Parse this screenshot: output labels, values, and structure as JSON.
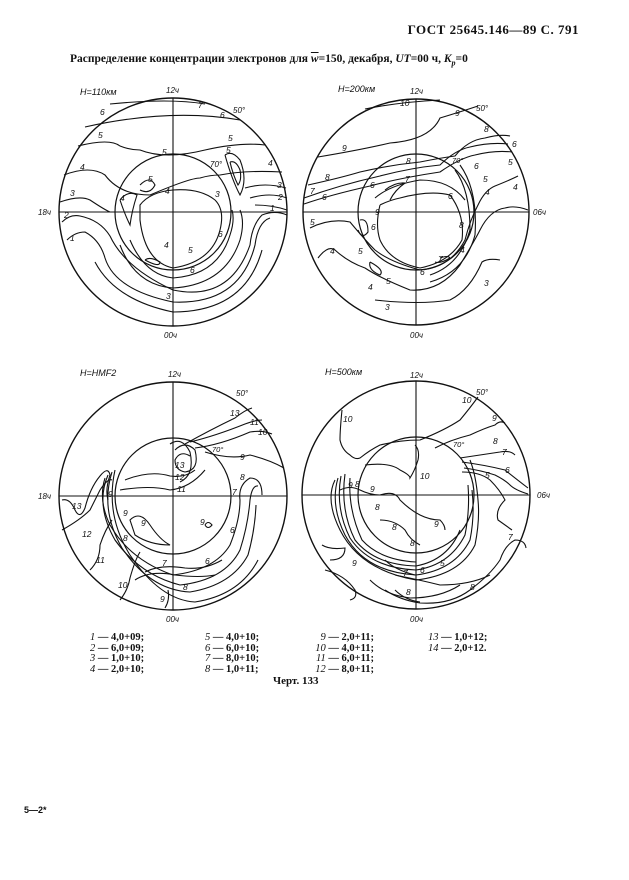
{
  "header": {
    "standard": "ГОСТ  25645.146—89  С. 791"
  },
  "title": {
    "prefix": "Распределение концентрации электронов  для ",
    "symbol": "w",
    "params": "=150, декабря, ",
    "ut_label": "UT",
    "ut_value": "=00 ч, ",
    "kp_label": "K",
    "kp_sub": "p",
    "kp_value": "=0"
  },
  "chart_data": [
    {
      "type": "contour",
      "title": "H=110км",
      "projection": "polar (geomagnetic latitude / local time)",
      "axis_labels": {
        "top": "12ч",
        "bottom": "00ч",
        "left": "18ч",
        "right": ""
      },
      "latitude_circles": [
        "50°",
        "70°"
      ],
      "contour_levels_shown": [
        1,
        2,
        3,
        4,
        5,
        6,
        7
      ]
    },
    {
      "type": "contour",
      "title": "H=200км",
      "projection": "polar (geomagnetic latitude / local time)",
      "axis_labels": {
        "top": "12ч",
        "bottom": "00ч",
        "left": "",
        "right": "06ч"
      },
      "latitude_circles": [
        "50°",
        "70°"
      ],
      "contour_levels_shown": [
        3,
        4,
        5,
        6,
        7,
        8,
        9,
        10
      ]
    },
    {
      "type": "contour",
      "title": "H=HMF2",
      "projection": "polar (geomagnetic latitude / local time)",
      "axis_labels": {
        "top": "12ч",
        "bottom": "00ч",
        "left": "18ч",
        "right": ""
      },
      "latitude_circles": [
        "50°",
        "70°"
      ],
      "contour_levels_shown": [
        6,
        7,
        8,
        9,
        10,
        11,
        12,
        13
      ]
    },
    {
      "type": "contour",
      "title": "H=500км",
      "projection": "polar (geomagnetic latitude / local time)",
      "axis_labels": {
        "top": "12ч",
        "bottom": "00ч",
        "left": "",
        "right": "06ч"
      },
      "latitude_circles": [
        "50°",
        "70°"
      ],
      "contour_levels_shown": [
        5,
        6,
        7,
        8,
        9,
        10
      ]
    }
  ],
  "legend": [
    {
      "n": "1",
      "v": "4,0+09;"
    },
    {
      "n": "2",
      "v": "6,0+09;"
    },
    {
      "n": "3",
      "v": "1,0+10;"
    },
    {
      "n": "4",
      "v": "2,0+10;"
    },
    {
      "n": "5",
      "v": "4,0+10;"
    },
    {
      "n": "6",
      "v": "6,0+10;"
    },
    {
      "n": "7",
      "v": "8,0+10;"
    },
    {
      "n": "8",
      "v": "1,0+11;"
    },
    {
      "n": "9",
      "v": "2,0+11;"
    },
    {
      "n": "10",
      "v": "4,0+11;"
    },
    {
      "n": "11",
      "v": "6,0+11;"
    },
    {
      "n": "12",
      "v": "8,0+11;"
    },
    {
      "n": "13",
      "v": "1,0+12;"
    },
    {
      "n": "14",
      "v": "2,0+12."
    }
  ],
  "caption": "Черт. 133",
  "footer": "5—2*",
  "plots": {
    "p1": {
      "title": "H=110км",
      "top": "12ч",
      "bottom": "00ч",
      "side": "18ч",
      "lat50": "50°",
      "lat70": "70°"
    },
    "p2": {
      "title": "H=200км",
      "top": "12ч",
      "bottom": "00ч",
      "side": "06ч",
      "lat50": "50°",
      "lat70": "70°"
    },
    "p3": {
      "title": "H=HMF2",
      "top": "12ч",
      "bottom": "00ч",
      "side": "18ч",
      "lat50": "50°",
      "lat70": "70°"
    },
    "p4": {
      "title": "H=500км",
      "top": "12ч",
      "bottom": "00ч",
      "side": "06ч",
      "lat50": "50°",
      "lat70": "70°"
    }
  },
  "labels": {
    "p1": [
      "7",
      "6",
      "6",
      "5",
      "5",
      "5",
      "5",
      "4",
      "4",
      "3",
      "3",
      "2",
      "2",
      "1",
      "1",
      "5",
      "4",
      "4",
      "5",
      "6",
      "6",
      "4",
      "5",
      "6",
      "3"
    ],
    "p2": [
      "10",
      "9",
      "9",
      "8",
      "8",
      "8",
      "7",
      "7",
      "7",
      "6",
      "6",
      "6",
      "5",
      "5",
      "5",
      "4",
      "4",
      "3",
      "6",
      "6",
      "6",
      "7",
      "6",
      "5",
      "4",
      "4",
      "3",
      "6",
      "6"
    ],
    "p3": [
      "13",
      "11",
      "10",
      "9",
      "13",
      "12",
      "11",
      "13",
      "12",
      "11",
      "10",
      "9",
      "9",
      "9",
      "9",
      "8",
      "8",
      "7",
      "7",
      "6",
      "6",
      "8"
    ],
    "p4": [
      "10",
      "10",
      "9",
      "8",
      "7",
      "6",
      "5",
      "10",
      "9",
      "8",
      "9",
      "8",
      "8",
      "8",
      "6",
      "5",
      "6",
      "7",
      "8",
      "8",
      "9",
      "7"
    ]
  }
}
